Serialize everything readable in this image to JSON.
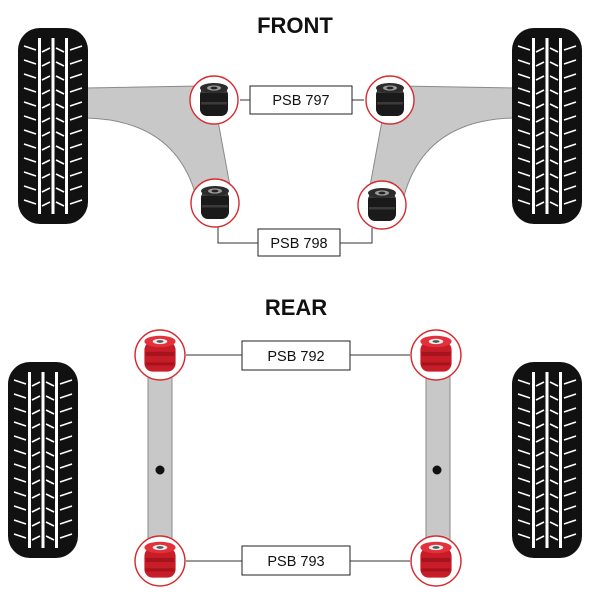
{
  "sections": {
    "front": {
      "title": "FRONT",
      "labels": {
        "upper": "PSB 797",
        "lower": "PSB 798"
      }
    },
    "rear": {
      "title": "REAR",
      "labels": {
        "upper": "PSB 792",
        "lower": "PSB 793"
      }
    }
  },
  "colors": {
    "tyre": "#111111",
    "tread": "#ffffff",
    "arm": "#c8c8c8",
    "arm_outline": "#8a8a8a",
    "ring": "#d52b2f",
    "bush_black": "#1e1e1e",
    "bush_red": "#d41f2a",
    "label_border": "#222222",
    "connector": "#333333"
  },
  "icons": {
    "tyre": "tyre-icon",
    "black_bush": "black-bush-icon",
    "red_bush": "red-bush-icon"
  }
}
